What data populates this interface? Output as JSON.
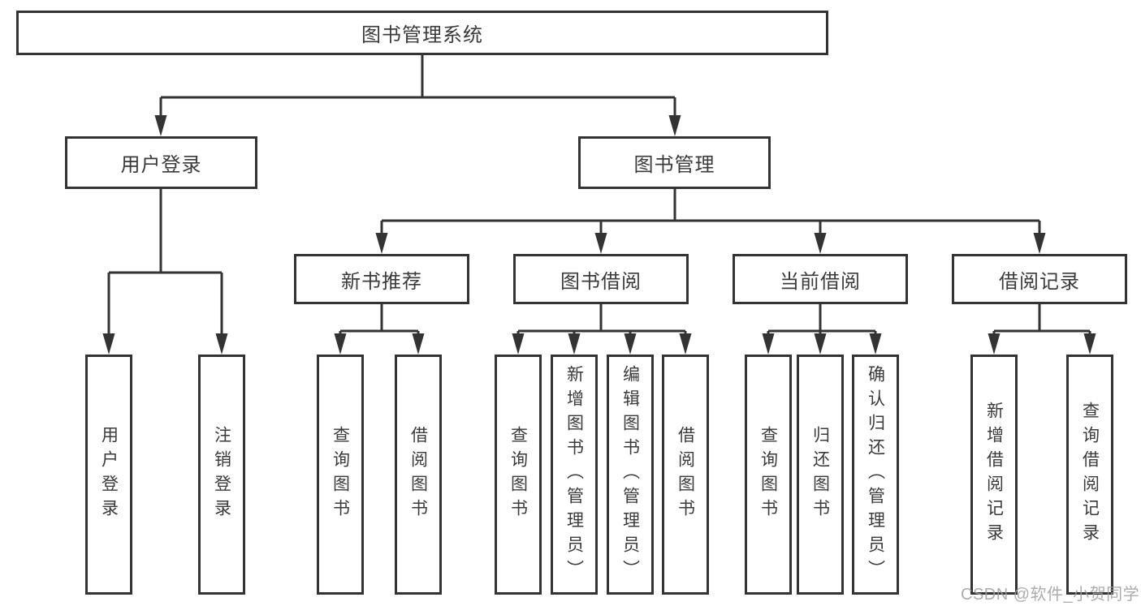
{
  "diagram_title": "图书管理系统",
  "tree": {
    "label": "图书管理系统",
    "children": [
      {
        "label": "用户登录",
        "children": [
          {
            "label": "用户登录"
          },
          {
            "label": "注销登录"
          }
        ]
      },
      {
        "label": "图书管理",
        "children": [
          {
            "label": "新书推荐",
            "children": [
              {
                "label": "查询图书"
              },
              {
                "label": "借阅图书"
              }
            ]
          },
          {
            "label": "图书借阅",
            "children": [
              {
                "label": "查询图书"
              },
              {
                "label": "新增图书（管理员）"
              },
              {
                "label": "编辑图书（管理员）"
              },
              {
                "label": "借阅图书"
              }
            ]
          },
          {
            "label": "当前借阅",
            "children": [
              {
                "label": "查询图书"
              },
              {
                "label": "归还图书"
              },
              {
                "label": "确认归还（管理员）"
              }
            ]
          },
          {
            "label": "借阅记录",
            "children": [
              {
                "label": "新增借阅记录"
              },
              {
                "label": "查询借阅记录"
              }
            ]
          }
        ]
      }
    ]
  },
  "watermark": {
    "text": "CSDN @软件_小贺同学"
  },
  "colors": {
    "background": "#ffffff",
    "box_border": "#333333",
    "box_background": "#ffffff",
    "line": "#333333",
    "text": "#3a3a3a",
    "watermark": "#9e9e9e"
  }
}
